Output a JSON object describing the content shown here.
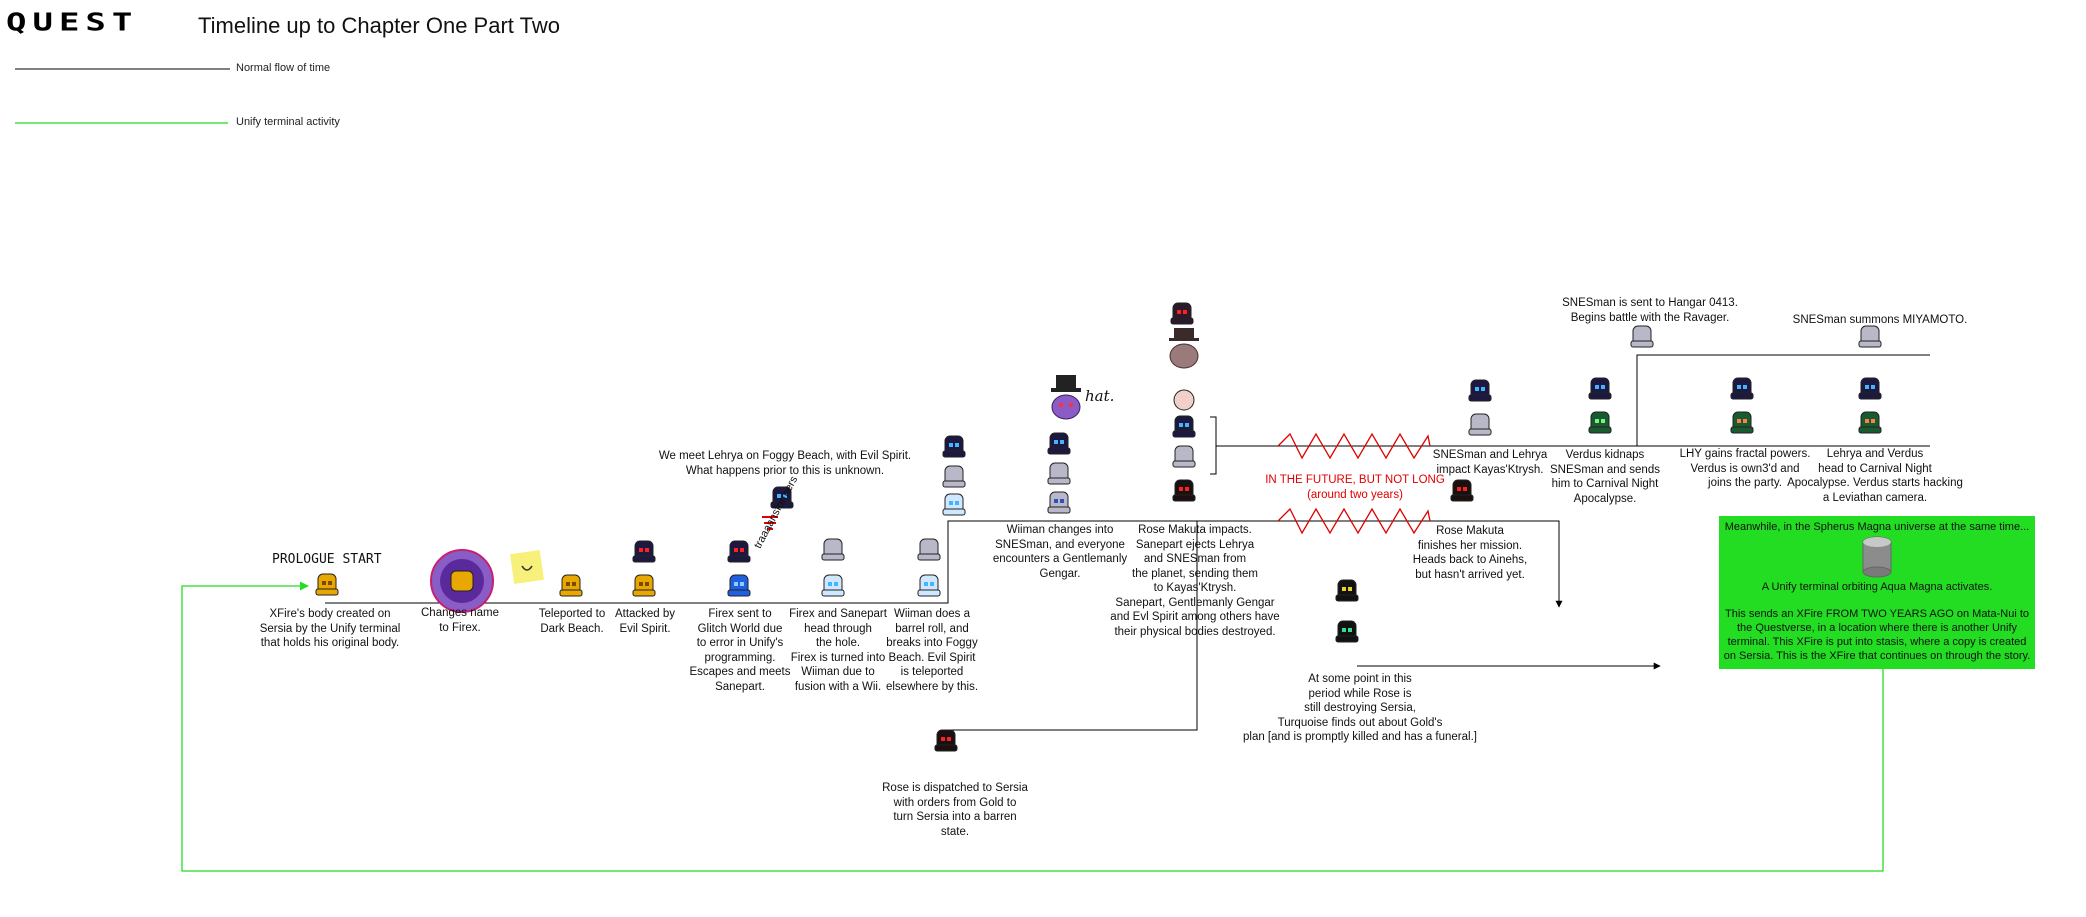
{
  "header": {
    "logo": "QUEST",
    "title": "Timeline up to Chapter One Part Two"
  },
  "legend": {
    "normal_flow": "Normal flow of time",
    "unify_activity": "Unify terminal activity",
    "normal_color": "#000000",
    "unify_color": "#22dd22"
  },
  "labels": {
    "prologue": "PROLOGUE START",
    "xfire_created": "XFire's body created on\nSersia by the Unify terminal\nthat holds his original body.",
    "changes_name": "Changes name\nto Firex.",
    "dark_beach": "Teleported to\nDark Beach.",
    "evil_attack": "Attacked by\nEvil Spirit.",
    "glitch_world": "Firex sent to\nGlitch World due\nto error in Unify's\nprogramming.\nEscapes and meets\nSanepart.",
    "traaansformers": "traaaansformers",
    "hole": "Firex and Sanepart\nhead through\nthe hole.\nFirex is turned into\nWiiman due to\nfusion with a Wii.",
    "barrel_roll": "Wiiman does a\nbarrel roll, and\nbreaks into Foggy\nBeach. Evil Spirit\nis teleported\nelsewhere by this.",
    "foggy_beach": "We meet Lehrya on Foggy Beach, with  Evil Spirit.\nWhat happens prior to this is unknown.",
    "snesman": "Wiiman changes into\nSNESman, and everyone\nencounters a Gentlemanly\nGengar.",
    "hat": "hat.",
    "rose_impacts": "Rose Makuta impacts.\nSanepart ejects Lehrya\nand SNESman from\nthe planet, sending them\nto Kayas'Ktrysh.\nSanepart, Gentlemanly Gengar\nand Evl Spirit among others have\ntheir physical bodies destroyed.",
    "rose_dispatched": "Rose is dispatched to Sersia\nwith orders from Gold to\nturn Sersia into a barren\nstate.",
    "future": "IN THE FUTURE, BUT NOT LONG\n(around two years)",
    "turquoise": "At some point in this\nperiod while Rose is\nstill destroying Sersia,\nTurquoise finds out about Gold's\nplan [and is promptly killed and has a funeral.]",
    "rose_finishes": "Rose Makuta\nfinishes her mission.\nHeads back to Ainehs,\nbut hasn't arrived yet.",
    "impact_kayas": "SNESman and Lehrya\nimpact Kayas'Ktrysh.",
    "verdus_kidnaps": "Verdus kidnaps\nSNESman and sends\nhim to Carnival Night\nApocalypse.",
    "hangar": "SNESman is sent to Hangar 0413.\nBegins battle with the Ravager.",
    "fractal": "LHY gains fractal powers.\nVerdus is own3'd and\njoins the party.",
    "miyamoto": "SNESman summons MIYAMOTO.",
    "carnival": "Lehrya and Verdus\nhead to Carnival Night\nApocalypse. Verdus starts hacking\na Leviathan camera."
  },
  "meanwhile": {
    "line1": "Meanwhile, in the Spherus Magna universe at the same time...",
    "line2": "A Unify terminal orbiting Aqua Magna activates.",
    "line3": "This sends an XFire FROM TWO YEARS AGO on Mata-Nui to\nthe Questverse, in a location where there is another Unify\nterminal. This XFire is put into stasis, where a copy is created\non Sersia. This is the XFire that continues on through the story."
  },
  "colors": {
    "gold": "#e8a800",
    "dark_navy": "#1c1840",
    "blue_eye": "#3fb6ff",
    "red_eye": "#ff2020",
    "green_eye": "#30e090",
    "purple": "#8a5cc6",
    "silver": "#b8b8c8",
    "unify_green": "#22dd22",
    "future_red": "#e00000"
  },
  "icons": {
    "sprite_style": "pixel-creature",
    "unify_terminal": "grey-cylinder-icon",
    "sticky_note": "sticky-note-icon",
    "purple_orb": "purple-orb-icon"
  }
}
